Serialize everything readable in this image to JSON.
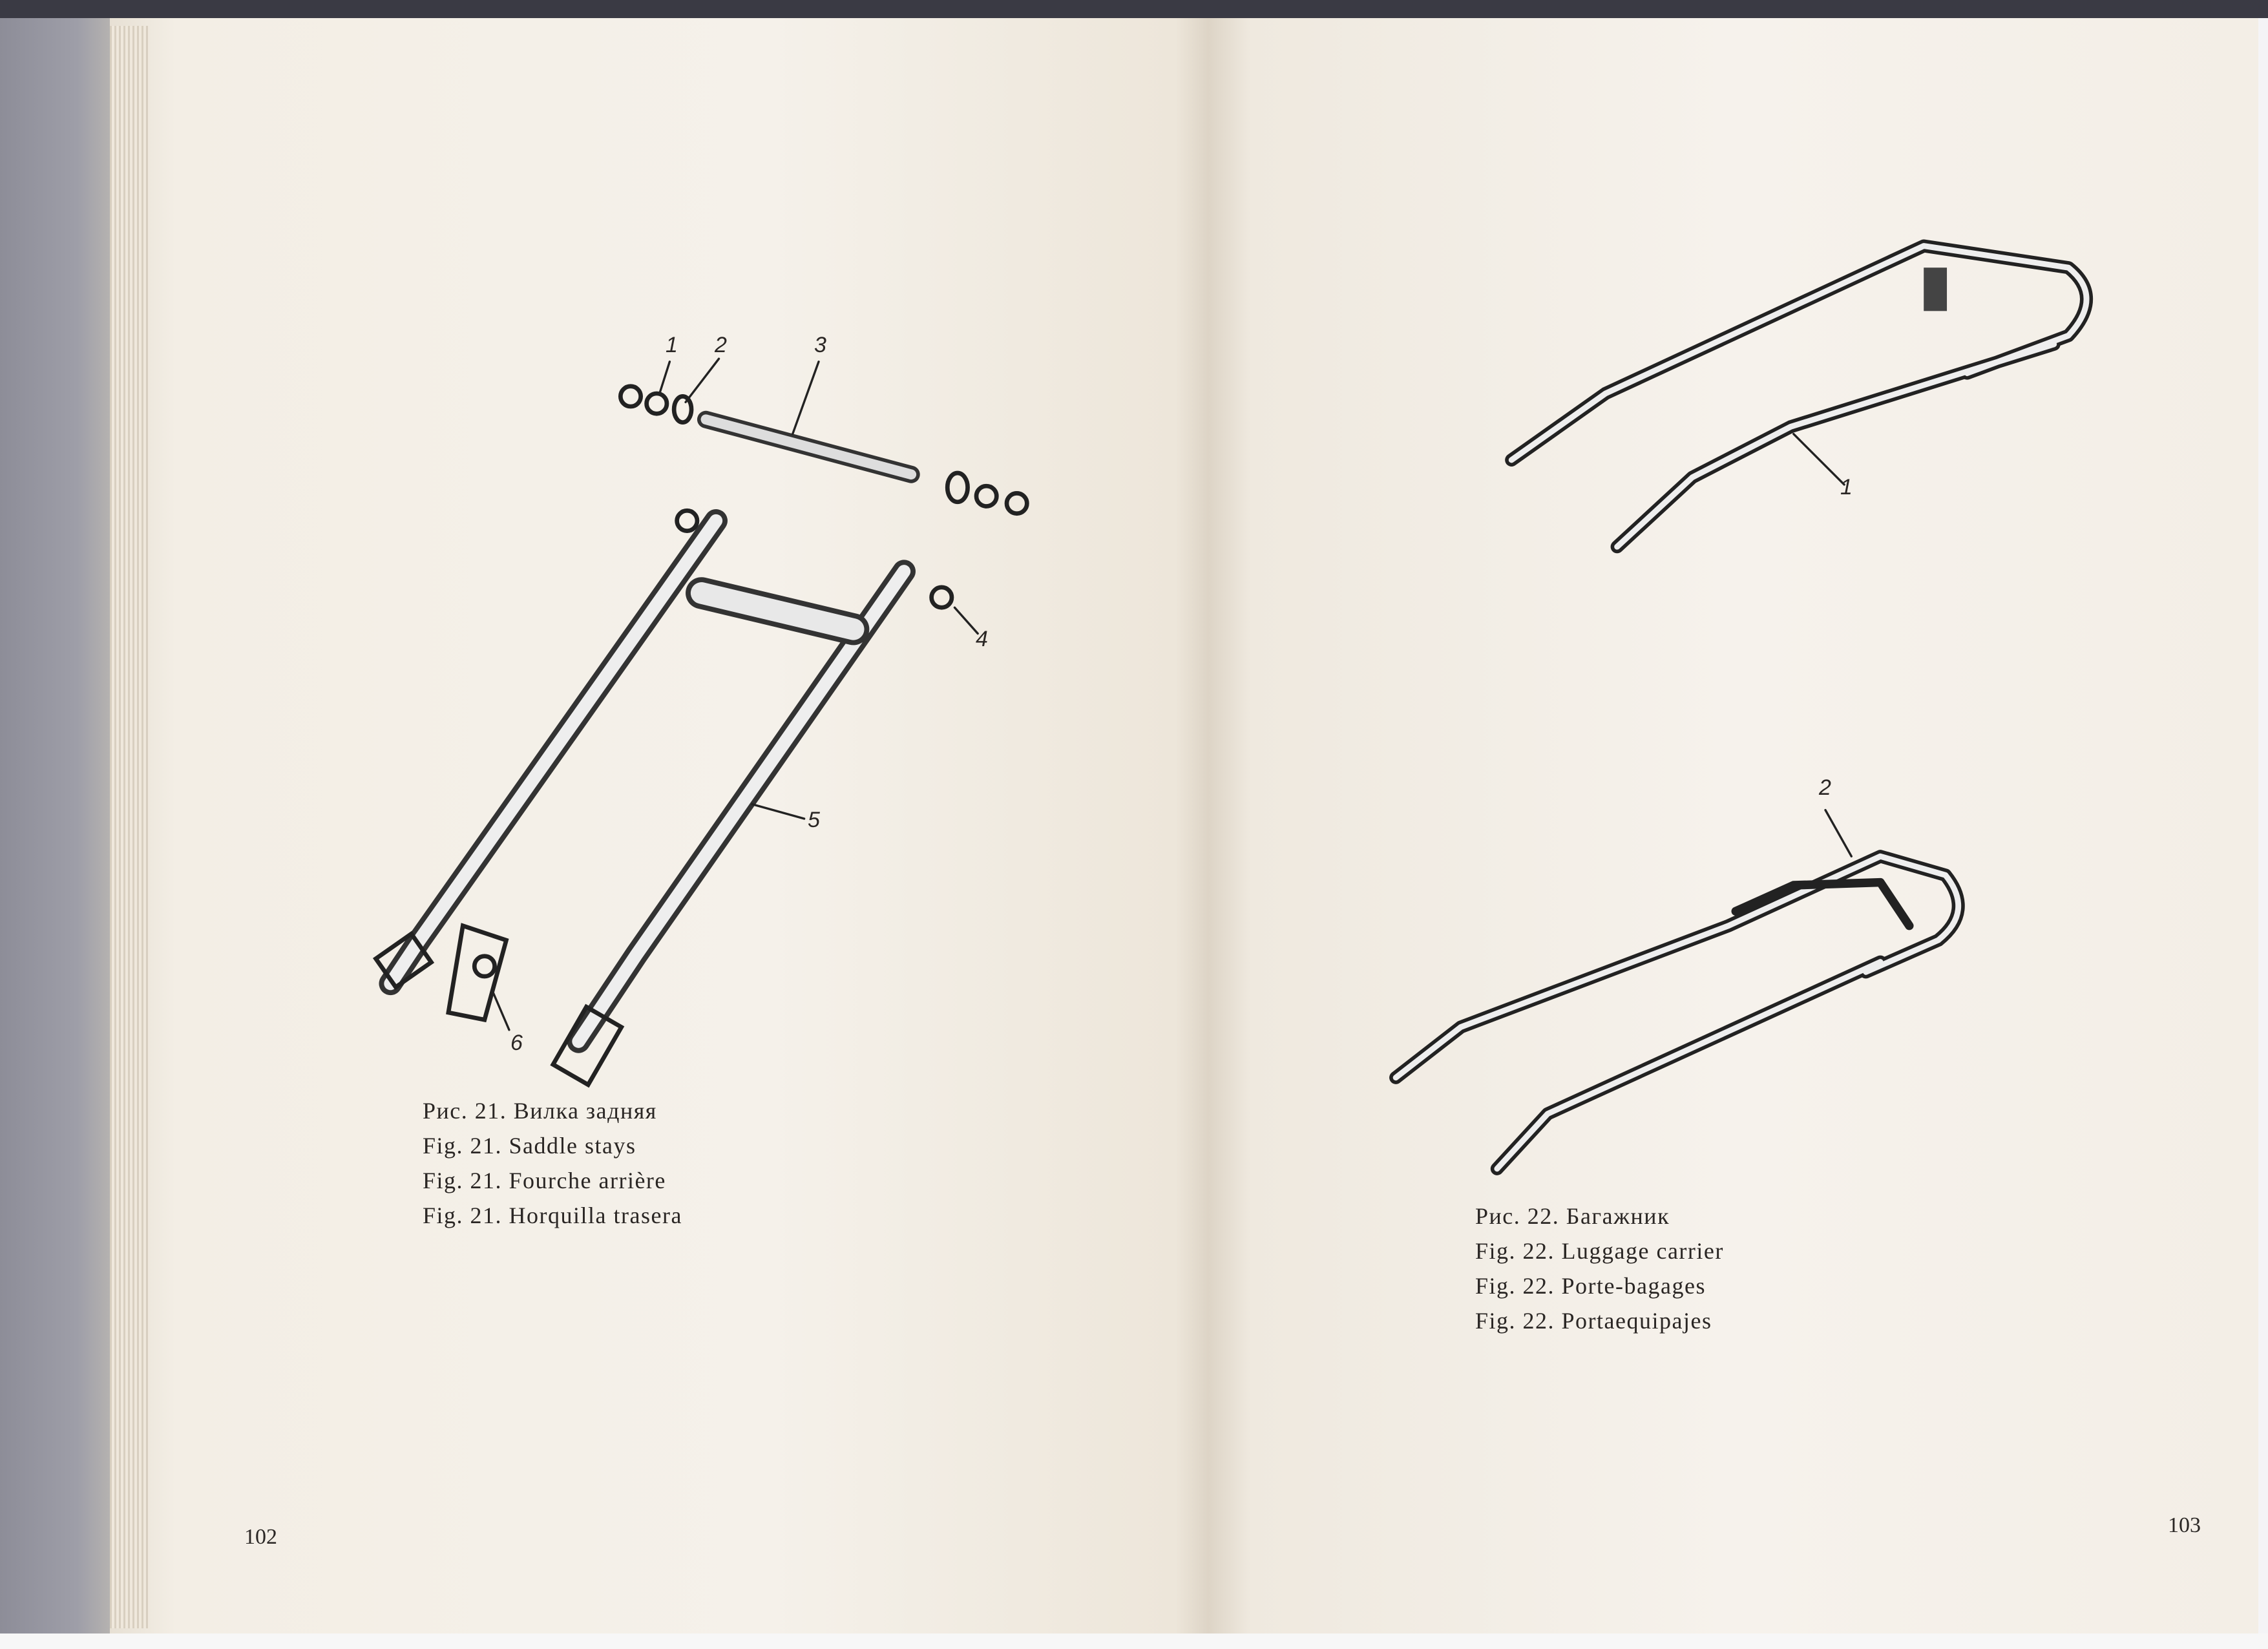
{
  "left_page": {
    "page_number": "102",
    "figure": {
      "callouts": [
        "1",
        "2",
        "3",
        "4",
        "5",
        "6"
      ],
      "caption": [
        "Рис. 21. Вилка задняя",
        "Fig. 21. Saddle stays",
        "Fig. 21. Fourche arrière",
        "Fig. 21. Horquilla trasera"
      ]
    }
  },
  "right_page": {
    "page_number": "103",
    "figure": {
      "callouts": [
        "1",
        "2"
      ],
      "caption": [
        "Рис. 22. Багажник",
        "Fig. 22. Luggage carrier",
        "Fig. 22. Porte-bagages",
        "Fig. 22. Portaequipajes"
      ]
    }
  }
}
